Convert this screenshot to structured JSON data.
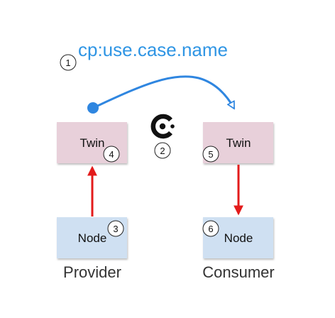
{
  "title": "cp:use.case.name",
  "colors": {
    "title": "#2f95e4",
    "flow_arrow": "#2f86e0",
    "data_arrow": "#e31b1b",
    "twin_fill": "#e8d0da",
    "node_fill": "#cfe0f2",
    "logo": "#111111"
  },
  "badges": {
    "b1": "1",
    "b2": "2",
    "b3": "3",
    "b4": "4",
    "b5": "5",
    "b6": "6"
  },
  "provider": {
    "twin_label": "Twin",
    "node_label": "Node",
    "role_label": "Provider"
  },
  "consumer": {
    "twin_label": "Twin",
    "node_label": "Node",
    "role_label": "Consumer"
  },
  "icons": {
    "center_logo": "c-shaped-logo-icon"
  }
}
